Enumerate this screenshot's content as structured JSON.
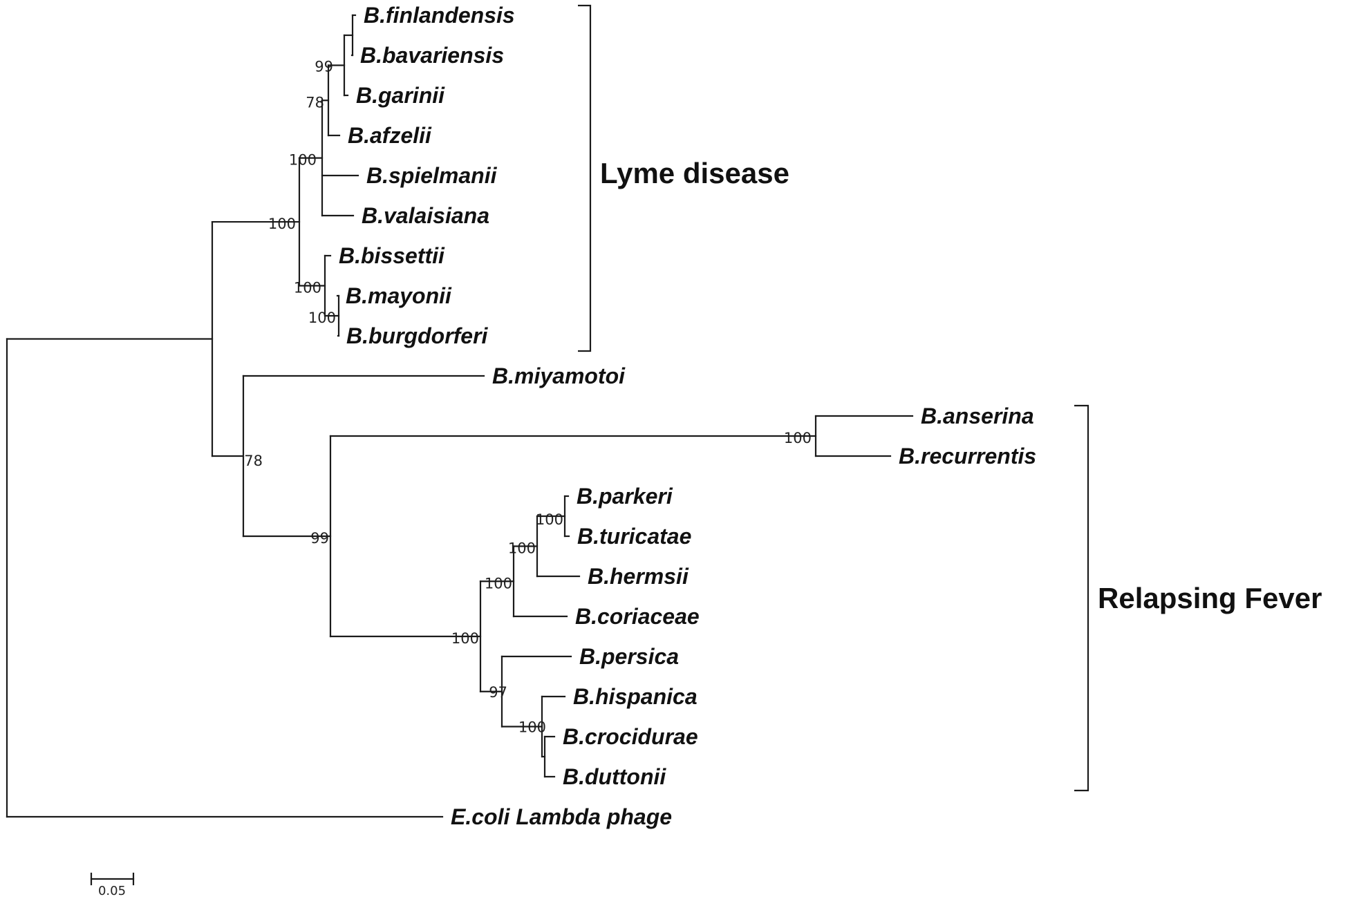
{
  "tree": {
    "taxa": [
      {
        "id": "finlandensis",
        "label": "B.finlandensis"
      },
      {
        "id": "bavariensis",
        "label": "B.bavariensis"
      },
      {
        "id": "garinii",
        "label": "B.garinii"
      },
      {
        "id": "afzelii",
        "label": "B.afzelii"
      },
      {
        "id": "spielmanii",
        "label": "B.spielmanii"
      },
      {
        "id": "valaisiana",
        "label": "B.valaisiana"
      },
      {
        "id": "bissettii",
        "label": "B.bissettii"
      },
      {
        "id": "mayonii",
        "label": "B.mayonii"
      },
      {
        "id": "burgdorferi",
        "label": "B.burgdorferi"
      },
      {
        "id": "miyamotoi",
        "label": "B.miyamotoi"
      },
      {
        "id": "anserina",
        "label": "B.anserina"
      },
      {
        "id": "recurrentis",
        "label": "B.recurrentis"
      },
      {
        "id": "parkeri",
        "label": "B.parkeri"
      },
      {
        "id": "turicatae",
        "label": "B.turicatae"
      },
      {
        "id": "hermsii",
        "label": "B.hermsii"
      },
      {
        "id": "coriaceae",
        "label": "B.coriaceae"
      },
      {
        "id": "persica",
        "label": "B.persica"
      },
      {
        "id": "hispanica",
        "label": "B.hispanica"
      },
      {
        "id": "crocidurae",
        "label": "B.crocidurae"
      },
      {
        "id": "duttonii",
        "label": "B.duttonii"
      },
      {
        "id": "lambda",
        "label": "E.coli Lambda phage"
      }
    ],
    "bootstrap_values": {
      "fin_bav": "99",
      "fin_gar": "78",
      "fin_afz_spi": "100",
      "lyme": "100",
      "bis_may_bur": "100",
      "may_bur": "100",
      "mid": "78",
      "rf": "99",
      "ans_rec": "100",
      "tbrf": "100",
      "nw": "100",
      "nw_core": "100",
      "par_tur": "100",
      "ow": "97",
      "his_cro_dut": "100"
    },
    "clades": [
      {
        "id": "lyme",
        "label": "Lyme disease"
      },
      {
        "id": "relapsing",
        "label": "Relapsing Fever"
      }
    ],
    "scale_bar": {
      "label": "0.05",
      "value": 0.05
    }
  }
}
